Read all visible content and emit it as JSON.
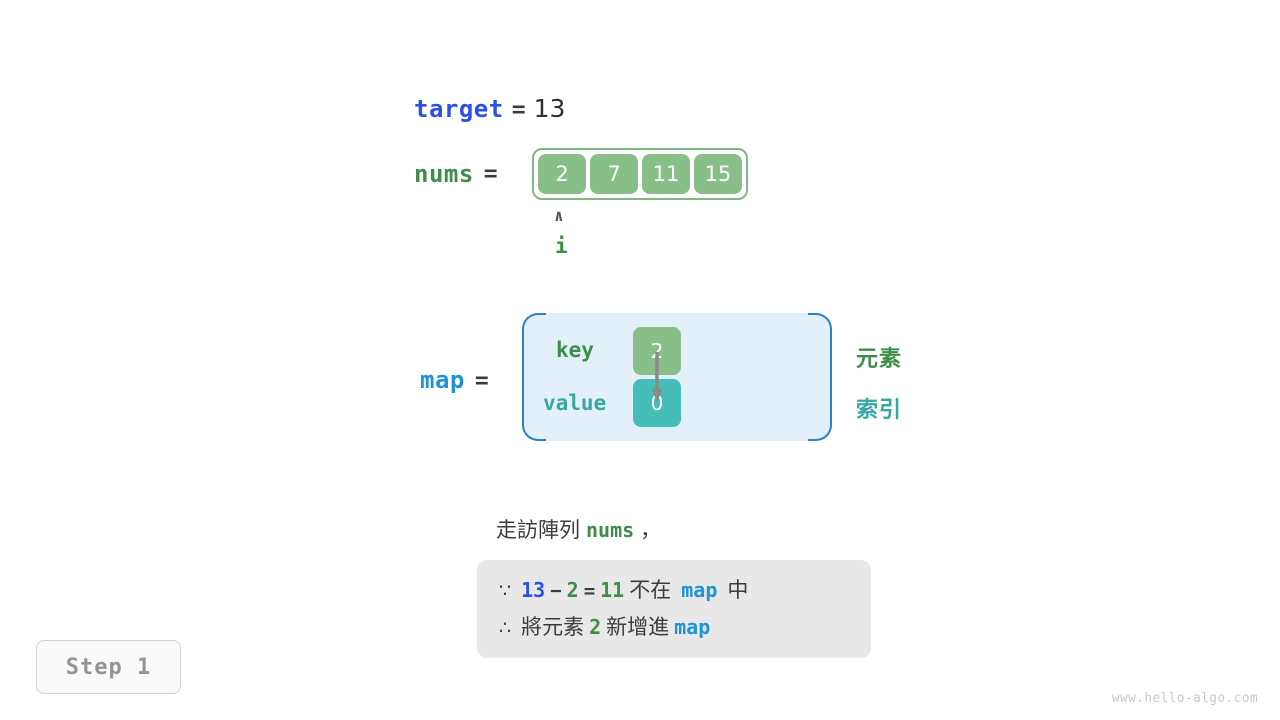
{
  "target": {
    "name": "target",
    "equals": "=",
    "value": "13"
  },
  "nums": {
    "name": "nums",
    "equals": "=",
    "values": [
      "2",
      "7",
      "11",
      "15"
    ]
  },
  "pointer": {
    "caret": "∧",
    "label": "i"
  },
  "map": {
    "name": "map",
    "equals": "=",
    "key_label": "key",
    "value_label": "value",
    "key_cell": "2",
    "value_cell": "0",
    "legend_element": "元素",
    "legend_index": "索引"
  },
  "caption": {
    "prefix": "走訪陣列",
    "keyword": "nums",
    "suffix": "，"
  },
  "note": {
    "line1": {
      "symbol": "∵",
      "a": "13",
      "minus": "−",
      "b": "2",
      "eq": "=",
      "c": "11",
      "text1": "不在",
      "map": "map",
      "text2": "中"
    },
    "line2": {
      "symbol": "∴",
      "text1": "將元素",
      "a": "2",
      "text2": "新增進",
      "map": "map"
    }
  },
  "step_badge": "Step 1",
  "watermark": "www.hello-algo.com",
  "colors": {
    "blue_var": "#2C50E6",
    "azure_var": "#1F93D8",
    "green_var": "#3E8E49",
    "teal_var": "#35A8A2",
    "cell_green": "#88BE88",
    "cell_teal": "#45BDB8",
    "panel_fill": "#E3EFF9",
    "panel_border": "#2E82C4",
    "note_fill": "#E8E8E8",
    "text_dark": "#3C3C3C"
  }
}
